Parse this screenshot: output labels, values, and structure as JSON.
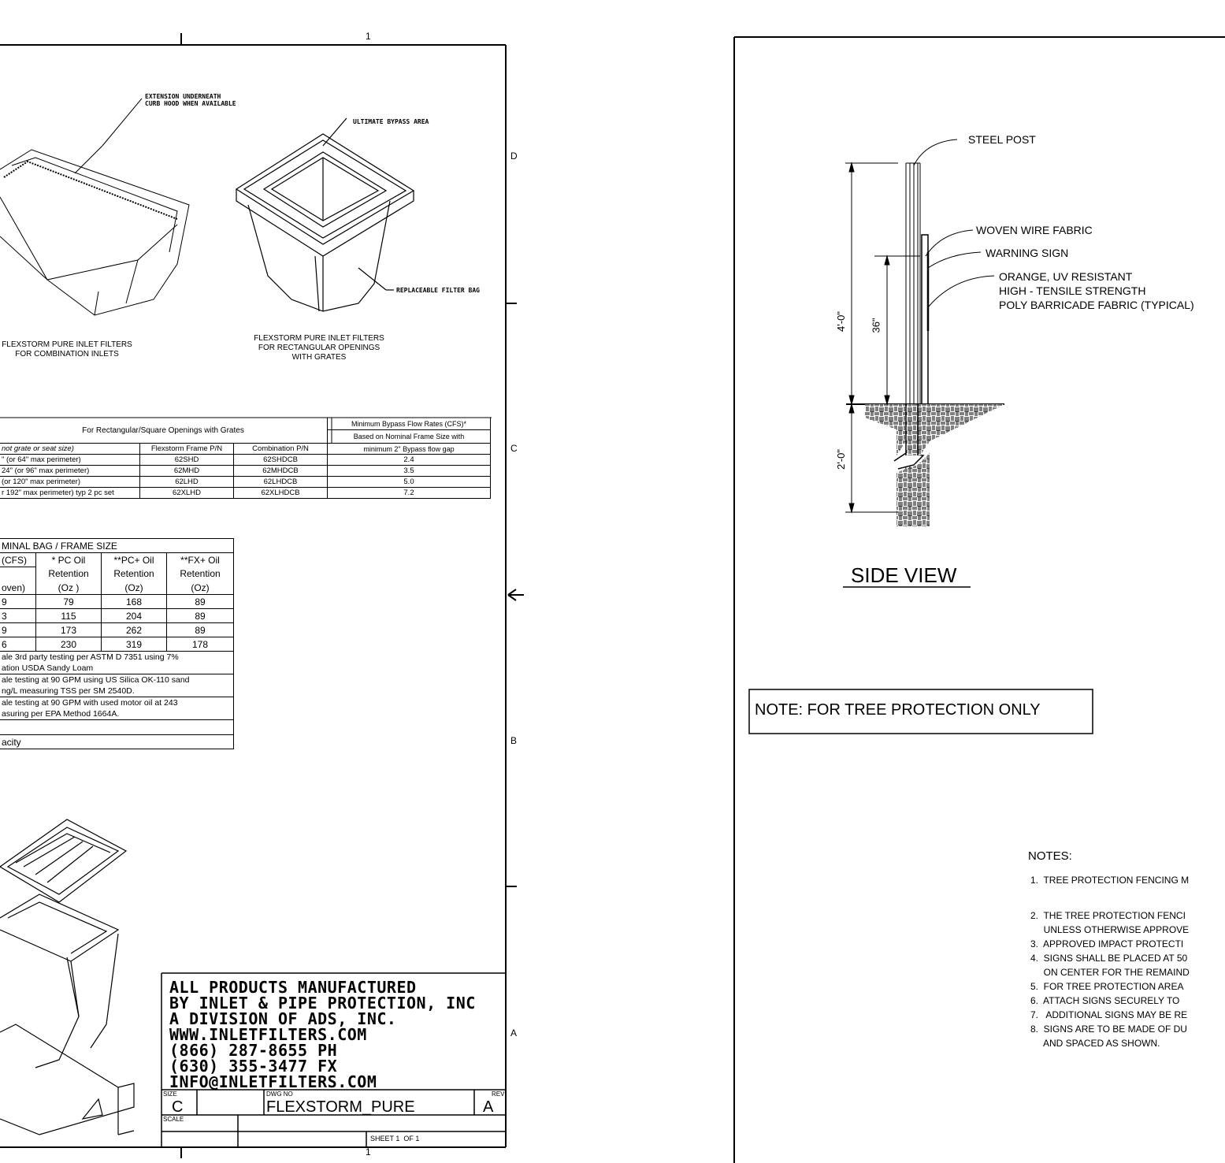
{
  "left_sheet": {
    "zone_top": "1",
    "zone_bottom": "1",
    "zones": [
      "D",
      "C",
      "B",
      "A"
    ],
    "callouts": {
      "extension": "EXTENSION UNDERNEATH\nCURB HOOD WHEN AVAILABLE",
      "bypass": "ULTIMATE BYPASS AREA",
      "filter_bag": "REPLACEABLE FILTER BAG"
    },
    "captions": {
      "combination": "FLEXSTORM PURE INLET FILTERS\nFOR COMBINATION INLETS",
      "rectangular": "FLEXSTORM PURE INLET FILTERS\nFOR RECTANGULAR OPENINGS\nWITH GRATES"
    },
    "table1": {
      "title": "For Rectangular/Square Openings with Grates",
      "bypass_header_1": "Minimum Bypass Flow Rates (CFS)*",
      "bypass_header_2": "Based on Nominal Frame Size with",
      "col_size": "not grate or seat size)",
      "col_frame": "Flexstorm Frame P/N",
      "col_combo": "Combination P/N",
      "col_bypass": "minimum 2\" Bypass flow gap",
      "rows": [
        [
          "\" (or 64\" max perimeter)",
          "62SHD",
          "62SHDCB",
          "2.4"
        ],
        [
          "24\" (or 96\" max perimeter)",
          "62MHD",
          "62MHDCB",
          "3.5"
        ],
        [
          " (or 120\" max perimeter)",
          "62LHD",
          "62LHDCB",
          "5.0"
        ],
        [
          "r 192\" max perimeter) typ 2 pc set",
          "62XLHD",
          "62XLHDCB",
          "7.2"
        ]
      ]
    },
    "table2": {
      "title": "MINAL BAG / FRAME SIZE",
      "h1": [
        "(CFS)",
        "* PC Oil",
        "**PC+ Oil",
        "**FX+ Oil"
      ],
      "h2": [
        "",
        "Retention",
        "Retention",
        "Retention"
      ],
      "h3": [
        "oven)",
        "(Oz )",
        "(Oz)",
        "(Oz)"
      ],
      "rows": [
        [
          "9",
          "79",
          "168",
          "89"
        ],
        [
          "3",
          "115",
          "204",
          "89"
        ],
        [
          "9",
          "173",
          "262",
          "89"
        ],
        [
          "6",
          "230",
          "319",
          "178"
        ]
      ],
      "notes": [
        "ale 3rd party testing per ASTM D 7351 using 7%",
        "ation USDA Sandy Loam",
        "ale testing at 90 GPM using US Silica OK-110 sand",
        "ng/L measuring TSS per SM 2540D.",
        "ale testing at 90 GPM with used motor oil at 243",
        "asuring per EPA Method 1664A.",
        "",
        "acity"
      ]
    },
    "title_block": {
      "lines": [
        "ALL PRODUCTS MANUFACTURED",
        "BY INLET & PIPE PROTECTION, INC",
        "A DIVISION OF ADS, INC.",
        "WWW.INLETFILTERS.COM",
        "(866) 287-8655 PH",
        "(630) 355-3477 FX",
        "INFO@INLETFILTERS.COM"
      ],
      "size_label": "SIZE",
      "size_value": "C",
      "dwg_label": "DWG NO",
      "dwg_value": "FLEXSTORM_PURE",
      "rev_label": "REV",
      "rev_value": "A",
      "scale_label": "SCALE",
      "sheet": "SHEET 1  OF 1"
    }
  },
  "right_sheet": {
    "labels": {
      "steel_post": "STEEL POST",
      "woven": "WOVEN WIRE FABRIC",
      "warning": "WARNING SIGN",
      "orange": "ORANGE, UV RESISTANT\nHIGH - TENSILE STRENGTH\nPOLY BARRICADE FABRIC (TYPICAL)"
    },
    "dims": {
      "height": "4'-0\"",
      "fabric": "36\"",
      "depth": "2'-0\""
    },
    "view_title": "SIDE VIEW",
    "note_box": "NOTE: FOR TREE PROTECTION ONLY",
    "notes_title": "NOTES:",
    "notes": [
      "1.  TREE PROTECTION FENCING M",
      "2.  THE TREE PROTECTION FENCI",
      "     UNLESS OTHERWISE APPROVE",
      "3.  APPROVED IMPACT PROTECTI",
      "4.  SIGNS SHALL BE PLACED AT 50",
      "     ON CENTER FOR THE REMAIND",
      "5.  FOR TREE PROTECTION AREA",
      "6.  ATTACH SIGNS SECURELY TO",
      "7.   ADDITIONAL SIGNS MAY BE RE",
      "8.  SIGNS ARE TO BE MADE OF DU",
      "     AND SPACED AS SHOWN."
    ]
  }
}
